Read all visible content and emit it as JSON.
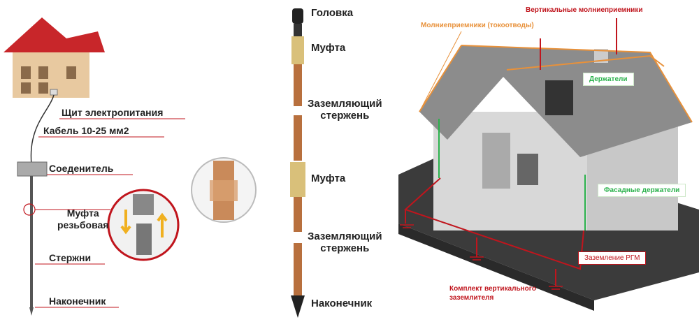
{
  "left_panel": {
    "labels": {
      "panel": "Щит электропитания",
      "cable": "Кабель 10-25 мм2",
      "connector": "Соеденитель",
      "coupling_line1": "Муфта",
      "coupling_line2": "резьбовая",
      "rods": "Стержни",
      "tip": "Наконечник"
    }
  },
  "middle_panel": {
    "labels": {
      "head": "Головка",
      "coupling1": "Муфта",
      "rod1_line1": "Заземляющий",
      "rod1_line2": "стержень",
      "coupling2": "Муфта",
      "rod2_line1": "Заземляющий",
      "rod2_line2": "стержень",
      "tip": "Наконечник"
    }
  },
  "right_panel": {
    "labels": {
      "vertical_air_terminals": "Вертикальные молниеприемники",
      "air_terminals": "Молниеприемники (токоотводы)",
      "holders": "Держатели",
      "facade_holders": "Фасадные держатели",
      "grounding": "Заземление РГМ",
      "kit_line1": "Комплект вертикального",
      "kit_line2": "заземлителя"
    }
  },
  "colors": {
    "red": "#c0151d",
    "orange": "#e8913a",
    "green": "#2bb24c",
    "copper": "#b8703e"
  }
}
